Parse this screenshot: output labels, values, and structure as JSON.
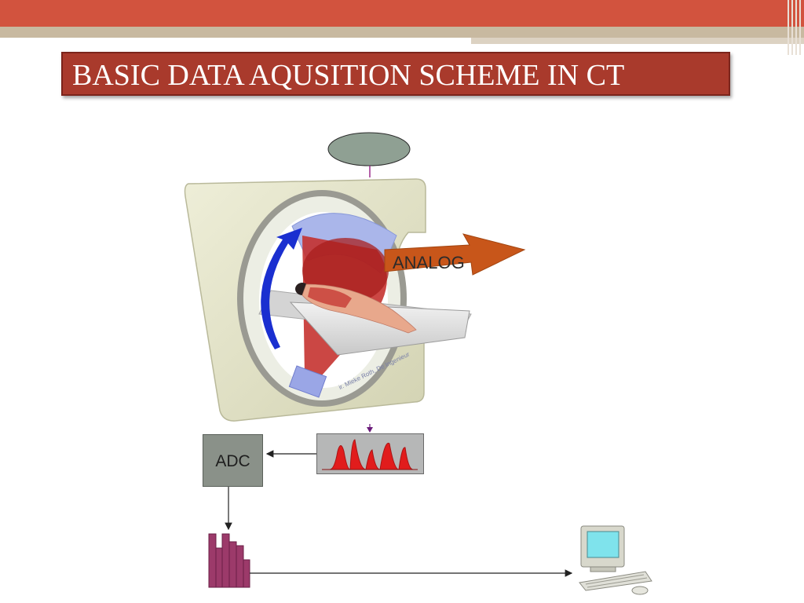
{
  "slide": {
    "title": "BASIC DATA AQUSITION SCHEME IN CT",
    "colors": {
      "header_bar": "#d2533e",
      "title_box": "#a93a2c",
      "analog_arrow": "#c8561a",
      "adc_box": "#8a9189",
      "digital_bars": "#9c3a6a"
    }
  },
  "diagram": {
    "analog_label": "ANALOG",
    "adc_label": "ADC",
    "image_credit": "ir. Mieke Roth, De Ingenieur",
    "icons": [
      "ct-scanner-icon",
      "patient-icon",
      "rotation-arrow-icon",
      "analog-signal-icon",
      "digital-bars-icon",
      "computer-icon",
      "keyboard-icon",
      "mouse-icon"
    ]
  }
}
